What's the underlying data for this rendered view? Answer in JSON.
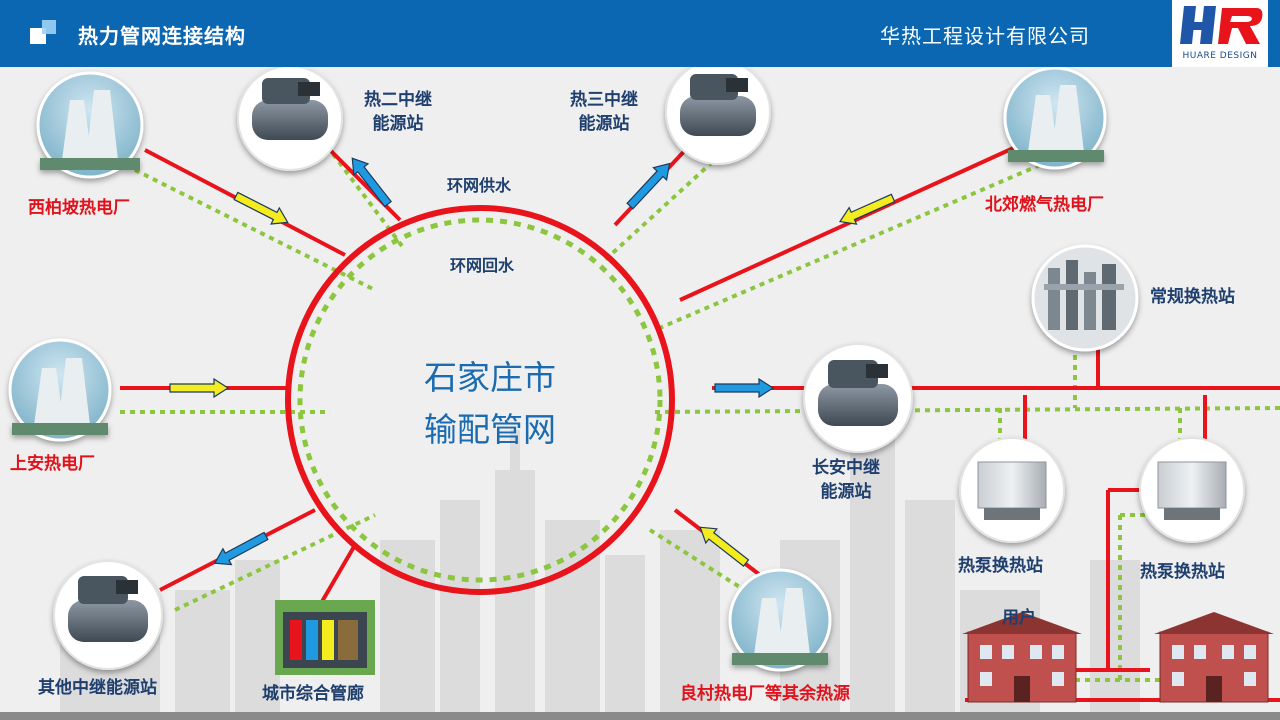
{
  "header": {
    "title": "热力管网连接结构",
    "company": "华热工程设计有限公司",
    "logo_sub": "HUARE DESIGN"
  },
  "center": {
    "line1": "石家庄市",
    "line2": "输配管网"
  },
  "ring": {
    "supply_label": "环网供水",
    "return_label": "环网回水"
  },
  "nodes": {
    "xibaipo": "西柏坡热电厂",
    "re_er": [
      "热二中继",
      "能源站"
    ],
    "re_san": [
      "热三中继",
      "能源站"
    ],
    "beijiao": "北郊燃气热电厂",
    "changgui": "常规换热站",
    "shangan": "上安热电厂",
    "changan": [
      "长安中继",
      "能源站"
    ],
    "heat_pump_1": "热泵换热站",
    "heat_pump_2": "热泵换热站",
    "user": "用户",
    "other_relay": "其他中继能源站",
    "utility_tunnel": "城市综合管廊",
    "liangcun": "良村热电厂等其余热源"
  },
  "colors": {
    "supply": "#e8131b",
    "return": "#8cc63f",
    "arrow_in": "#f4ec1f",
    "arrow_out": "#1f9ae0",
    "header": "#0b67b2"
  }
}
